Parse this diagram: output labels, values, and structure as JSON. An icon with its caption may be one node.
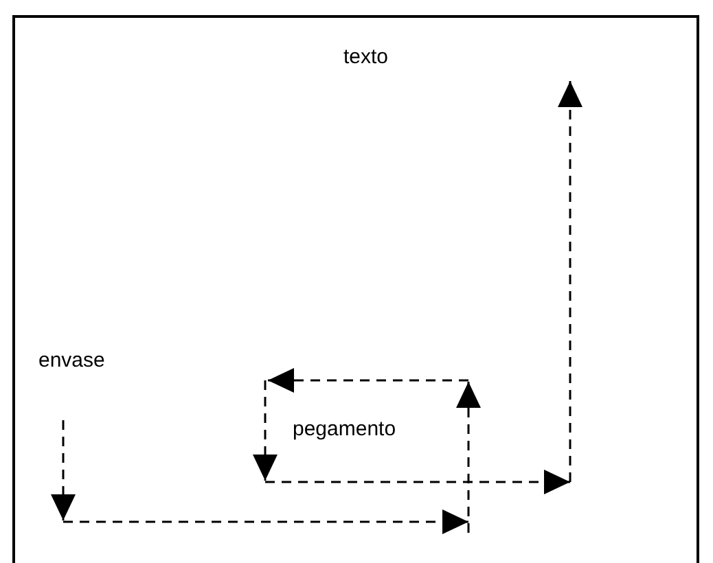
{
  "diagram": {
    "labels": [
      "texto",
      "envase",
      "pegamento"
    ]
  }
}
